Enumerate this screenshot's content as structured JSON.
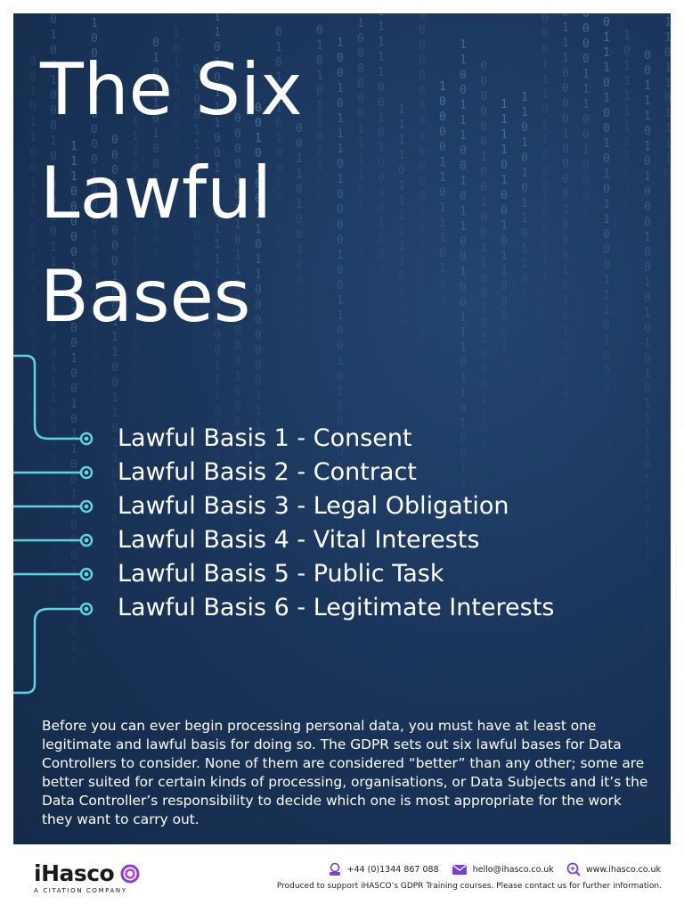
{
  "title": {
    "line1": "The Six",
    "line2": "Lawful",
    "line3": "Bases"
  },
  "bases": [
    "Lawful Basis 1 - Consent",
    "Lawful Basis 2 - Contract",
    "Lawful Basis 3 - Legal Obligation",
    "Lawful Basis 4 - Vital Interests",
    "Lawful Basis 5 - Public Task",
    "Lawful Basis 6 - Legitimate Interests"
  ],
  "intro": "Before you can ever begin processing personal data, you must have at least one legitimate and lawful basis for doing so. The GDPR sets out six lawful bases for Data Controllers to consider. None of them are considered “better” than any other; some are better suited for certain kinds of processing, organisations, or Data Subjects and it’s the Data Controller’s responsibility to decide which one is most appropriate for the work they want to carry out.",
  "footer": {
    "logo_text": "iHasco",
    "logo_tagline": "A CITATION COMPANY",
    "phone": "+44 (0)1344 867 088",
    "email": "hello@ihasco.co.uk",
    "website": "www.ihasco.co.uk",
    "note": "Produced to support iHASCO’s GDPR Training courses. Please contact us for further information."
  },
  "colors": {
    "background": "#1b365c",
    "accent": "#5fd3e0",
    "text": "#ffffff",
    "logo_swirl": "#8a3fd1"
  }
}
